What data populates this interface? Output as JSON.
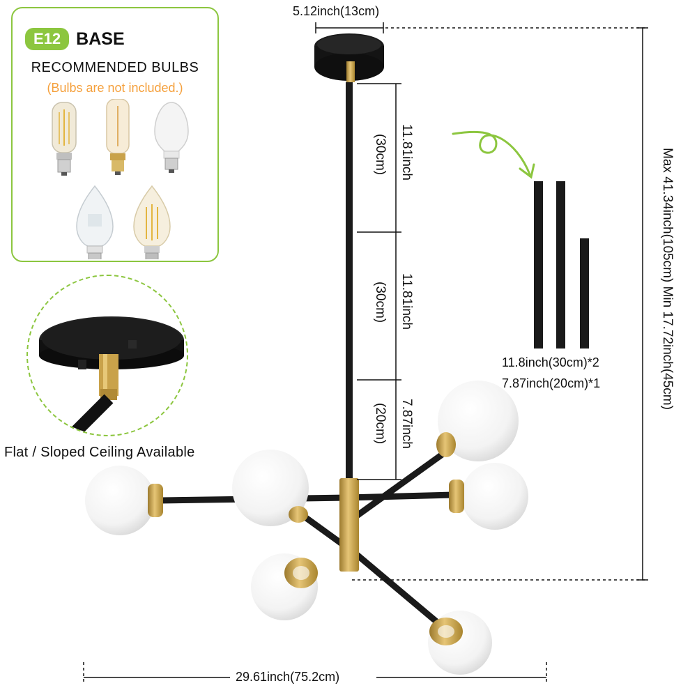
{
  "bulb_card": {
    "base_badge": "E12",
    "base_label": "BASE",
    "recommended": "RECOMMENDED BULBS",
    "note": "(Bulbs are not included.)"
  },
  "ceiling": {
    "label": "Flat / Sloped Ceiling Available"
  },
  "dimensions": {
    "canopy_width": "5.12inch(13cm)",
    "rod1_inch": "11.81inch",
    "rod1_cm": "(30cm)",
    "rod2_inch": "11.81inch",
    "rod2_cm": "(30cm)",
    "rod3_inch": "7.87inch",
    "rod3_cm": "(20cm)",
    "height_range": "Max 41.34inch(105cm)  Min 17.72inch(45cm)",
    "total_width": "29.61inch(75.2cm)"
  },
  "extension_rods": {
    "long": "11.8inch(30cm)*2",
    "short": "7.87inch(20cm)*1"
  },
  "colors": {
    "accent_green": "#8cc63f",
    "note_orange": "#f5a03c",
    "brass": "#c9a24a",
    "black": "#1a1a1a"
  }
}
